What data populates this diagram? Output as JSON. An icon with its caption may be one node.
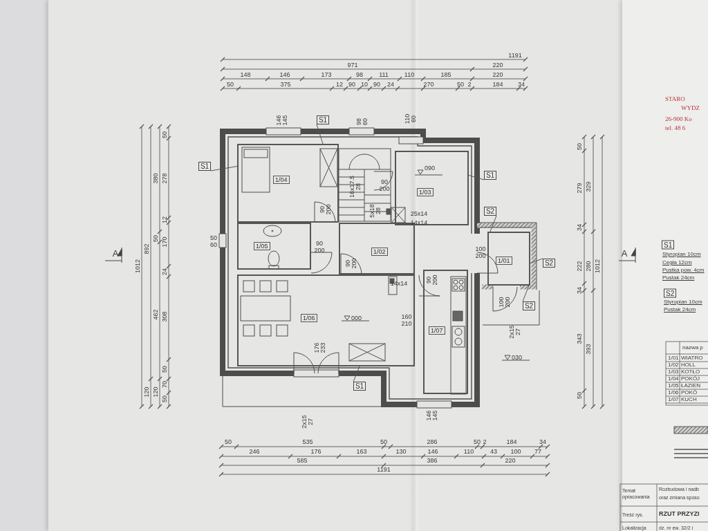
{
  "diagram": {
    "nodes": [
      {
        "text": [
          "S1"
        ]
      },
      {
        "text": [
          "S1"
        ]
      },
      {
        "text": [
          "1/04"
        ]
      },
      {
        "text": [
          "1/03"
        ]
      },
      {
        "text": [
          "S1"
        ]
      },
      {
        "text": [
          "S2"
        ]
      },
      {
        "text": [
          "1/05"
        ]
      },
      {
        "text": [
          "1/02"
        ]
      },
      {
        "text": [
          "1/01"
        ]
      },
      {
        "text": [
          "S2"
        ]
      },
      {
        "text": [
          "S2"
        ]
      },
      {
        "text": [
          "1/06"
        ]
      },
      {
        "text": [
          "1/07"
        ]
      },
      {
        "text": [
          "S1"
        ]
      }
    ],
    "edges": [
      {
        "from": 0,
        "to": 2,
        "arrow": "none"
      },
      {
        "from": 1,
        "to": 2,
        "arrow": "none"
      },
      {
        "from": 4,
        "to": 3,
        "arrow": "none"
      },
      {
        "from": 5,
        "to": 8,
        "arrow": "none"
      },
      {
        "from": 9,
        "to": 8,
        "arrow": "none"
      },
      {
        "from": 10,
        "to": 8,
        "arrow": "none"
      },
      {
        "from": 13,
        "to": 11,
        "arrow": "none"
      }
    ],
    "labels": [
      "1191",
      "971",
      "220",
      "148",
      "146",
      "173",
      "98",
      "111",
      "110",
      "185",
      "220",
      "50",
      "375",
      "12",
      "90",
      "10",
      "90",
      "24",
      "270",
      "50",
      "2",
      "184",
      "34",
      "STARO",
      "WYDZ",
      "26-900 Ko",
      "tel. 48 6",
      "1012",
      "892",
      "120",
      "380",
      "50",
      "462",
      "120",
      "50",
      "278",
      "12",
      "170",
      "24",
      "308",
      "50",
      "70",
      "50",
      "146",
      "145",
      "98",
      "60",
      "110",
      "60",
      "090",
      "16x17.5",
      "28",
      "90",
      "200",
      "25x14",
      "14x14",
      "90",
      "200",
      "5x18",
      "28",
      "50",
      "60",
      "90",
      "200",
      "100",
      "200",
      "90",
      "200",
      "14x14",
      "90",
      "200",
      "100",
      "200",
      "000",
      "160",
      "210",
      "2x15",
      "27",
      "176",
      "233",
      "030",
      "146",
      "145",
      "2x15",
      "27",
      "50",
      "279",
      "34",
      "222",
      "34",
      "343",
      "50",
      "329",
      "280",
      "393",
      "1012",
      "A",
      "A",
      "S1",
      "Styropian 10cm",
      "Cegła 12cm",
      "Pustka pow. 4cm",
      "Pustak 24cm",
      "S2",
      "Styropian 10cm",
      "Pustak 24cm",
      "nazwa p",
      "1/01",
      "WIATRO",
      "1/02",
      "HOLL",
      "1/03",
      "KOTŁO",
      "1/04",
      "POKÓJ",
      "1/05",
      "ŁAZIEN",
      "1/06",
      "POKÓ",
      "1/07",
      "KUCH",
      "50",
      "535",
      "50",
      "286",
      "50",
      "2",
      "184",
      "34",
      "246",
      "176",
      "163",
      "130",
      "146",
      "110",
      "43",
      "100",
      "77",
      "585",
      "386",
      "220",
      "1191",
      "Temat opracowania",
      "Rozbudowa i nadb",
      "oraz zmiana sposo",
      "Treść rys.",
      "RZUT PRZYZI",
      "Lokalizacja",
      "dz. nr ew. 32/2 i"
    ]
  }
}
